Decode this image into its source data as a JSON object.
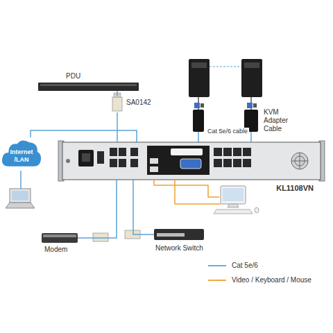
{
  "diagram": {
    "nodes": [
      {
        "text": [
          "PDU"
        ]
      },
      {
        "text": [
          "SA0142"
        ]
      },
      {
        "text": [
          "Internet /LAN"
        ]
      },
      {
        "text": [
          "KL1108VN"
        ]
      },
      {
        "text": [
          "KVM Adapter Cable"
        ]
      },
      {
        "text": [
          "Modem"
        ]
      },
      {
        "text": [
          "Network Switch"
        ]
      }
    ],
    "edges": [
      {
        "from": 0,
        "to": 1,
        "arrow": "none"
      },
      {
        "from": 1,
        "to": 3,
        "arrow": "none"
      },
      {
        "from": 2,
        "to": 3,
        "arrow": "none"
      },
      {
        "from": 5,
        "to": 3,
        "arrow": "none"
      },
      {
        "from": 6,
        "to": 3,
        "arrow": "none"
      },
      {
        "from": 4,
        "to": 3,
        "label": "Cat 5e/6 cable",
        "arrow": "none"
      }
    ],
    "legend": [
      {
        "text": "Cat 5e/6"
      },
      {
        "text": "Video / Keyboard / Mouse"
      }
    ]
  }
}
